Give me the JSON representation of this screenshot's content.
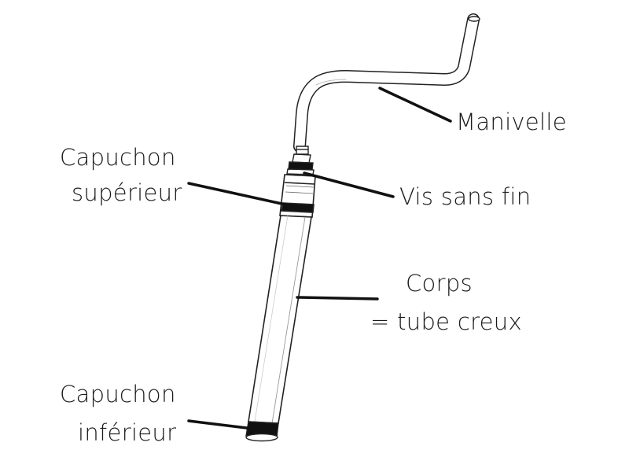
{
  "labels": {
    "manivelle": "Manivelle",
    "vis_sans_fin": "Vis sans fin",
    "capuchon_superieur_line1": "Capuchon",
    "capuchon_superieur_line2": "supérieur",
    "corps_line1": "Corps",
    "corps_line2": "= tube creux",
    "capuchon_inferieur_line1": "Capuchon",
    "capuchon_inferieur_line2": "inférieur"
  },
  "colors": {
    "line": "#111111",
    "outline": "#222222",
    "background": "#ffffff"
  }
}
